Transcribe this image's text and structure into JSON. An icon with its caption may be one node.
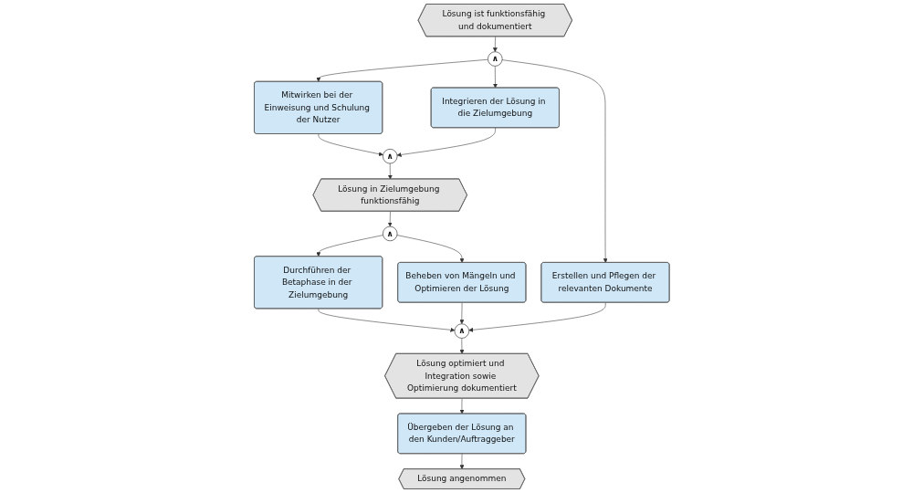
{
  "diagram": {
    "nodes": [
      {
        "text": [
          "Lösung ist funktionsfähig und dokumentiert"
        ]
      },
      {
        "text": [
          "∧"
        ]
      },
      {
        "text": [
          "Mitwirken bei der Einweisung und Schulung der Nutzer"
        ]
      },
      {
        "text": [
          "Integrieren der Lösung in die Zielumgebung"
        ]
      },
      {
        "text": [
          "Erstellen und Pflegen der relevanten Dokumente"
        ]
      },
      {
        "text": [
          "∧"
        ]
      },
      {
        "text": [
          "Lösung in Zielumgebung funktionsfähig"
        ]
      },
      {
        "text": [
          "∧"
        ]
      },
      {
        "text": [
          "Durchführen der Betaphase in der Zielumgebung"
        ]
      },
      {
        "text": [
          "Beheben von Mängeln und Optimieren der Lösung"
        ]
      },
      {
        "text": [
          "∧"
        ]
      },
      {
        "text": [
          "Lösung optimiert und Integration sowie Optimierung dokumentiert"
        ]
      },
      {
        "text": [
          "Übergeben der Lösung an den Kunden/Auftraggeber"
        ]
      },
      {
        "text": [
          "Lösung angenommen"
        ]
      }
    ],
    "edges": [
      {
        "from": 0,
        "to": 1,
        "arrow": "to"
      },
      {
        "from": 1,
        "to": 2,
        "arrow": "to"
      },
      {
        "from": 1,
        "to": 3,
        "arrow": "to"
      },
      {
        "from": 1,
        "to": 4,
        "arrow": "to"
      },
      {
        "from": 2,
        "to": 5,
        "arrow": "to"
      },
      {
        "from": 3,
        "to": 5,
        "arrow": "to"
      },
      {
        "from": 5,
        "to": 6,
        "arrow": "to"
      },
      {
        "from": 6,
        "to": 7,
        "arrow": "to"
      },
      {
        "from": 7,
        "to": 8,
        "arrow": "to"
      },
      {
        "from": 7,
        "to": 9,
        "arrow": "to"
      },
      {
        "from": 8,
        "to": 10,
        "arrow": "to"
      },
      {
        "from": 9,
        "to": 10,
        "arrow": "to"
      },
      {
        "from": 4,
        "to": 10,
        "arrow": "to"
      },
      {
        "from": 10,
        "to": 11,
        "arrow": "to"
      },
      {
        "from": 11,
        "to": 12,
        "arrow": "to"
      },
      {
        "from": 12,
        "to": 13,
        "arrow": "to"
      }
    ]
  }
}
